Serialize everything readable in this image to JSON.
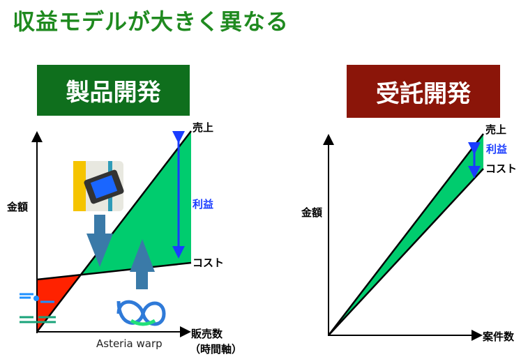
{
  "headline": "収益モデルが大きく異なる",
  "product_dev": {
    "title": "製品開発",
    "y_label": "金額",
    "sales_label": "売上",
    "profit_label": "利益",
    "cost_label": "コスト",
    "x_label": "販売数",
    "x_label_sub": "（時間軸）",
    "logo_text": "Asteria warp"
  },
  "contract_dev": {
    "title": "受託開発",
    "y_label": "金額",
    "sales_label": "売上",
    "profit_label": "利益",
    "cost_label": "コスト",
    "x_label": "案件数"
  },
  "colors": {
    "profit": "#00cc6e",
    "loss": "#ff2200",
    "arrow": "#1a3cff",
    "big_arrow": "#3a7aa8"
  }
}
